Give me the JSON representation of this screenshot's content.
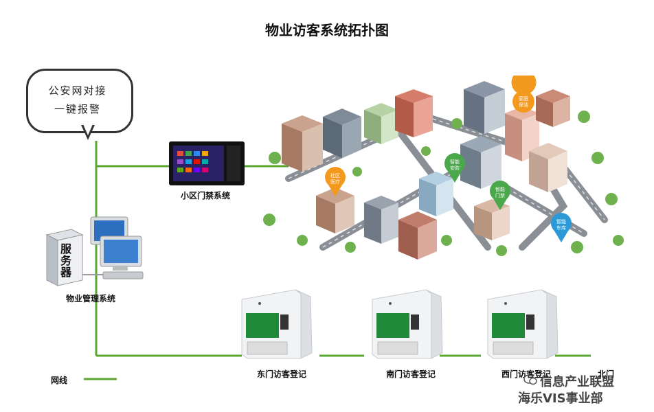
{
  "title": "物业访客系统拓扑图",
  "bubble": {
    "line1": "公安网对接",
    "line2": "一键报警"
  },
  "server": {
    "label": "服务器",
    "chars": [
      "服",
      "务",
      "器"
    ]
  },
  "property_mgmt_label": "物业管理系统",
  "access_control_label": "小区门禁系统",
  "city_tags": [
    "家庭保洁",
    "社区医疗",
    "智能安防",
    "智能门禁",
    "智能车库"
  ],
  "kiosks": [
    {
      "label": "东门访客登记"
    },
    {
      "label": "南门访客登记"
    },
    {
      "label": "西门访客登记"
    }
  ],
  "north_gate_label": "北门",
  "legend": {
    "label": "网线"
  },
  "watermark": {
    "line1": "信息产业联盟",
    "line2": "海乐VIS事业部"
  },
  "colors": {
    "network_line": "#5aa832",
    "pin_orange": "#f39a1e",
    "pin_green": "#49a84a",
    "pin_blue": "#2c9ad6"
  }
}
